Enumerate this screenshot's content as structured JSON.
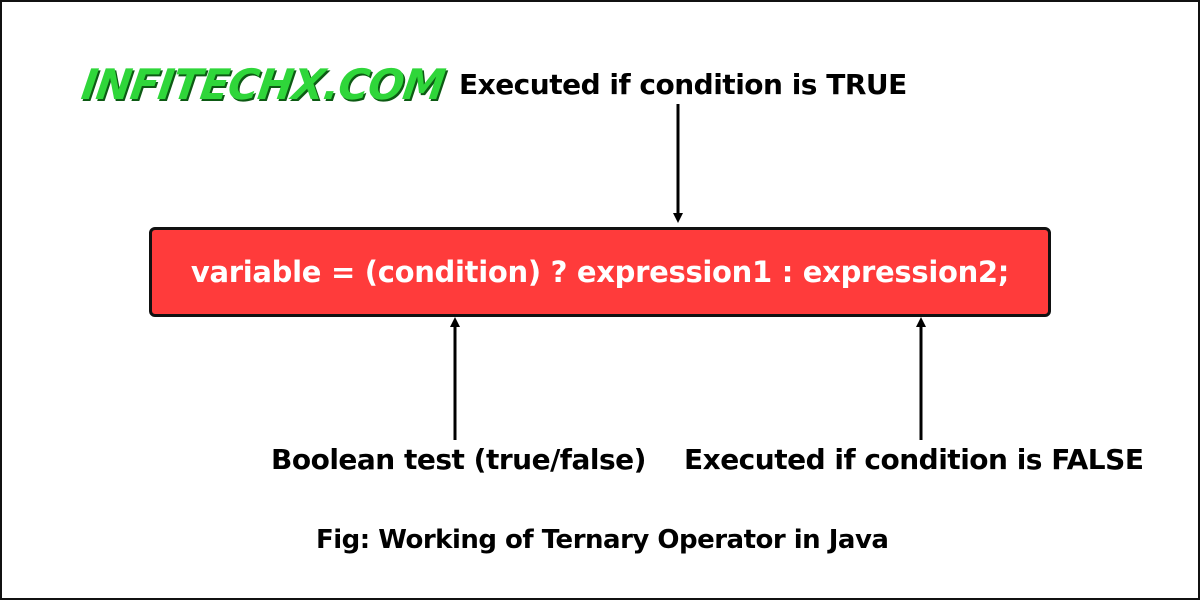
{
  "logo": {
    "text": "INFITECHX.COM",
    "color": "#2fd63a"
  },
  "diagram": {
    "expression": "variable = (condition) ? expression1 : expression2;",
    "box_color": "#ff3b3b",
    "labels": {
      "true_branch": "Executed if condition is TRUE",
      "condition": "Boolean test (true/false)",
      "false_branch": "Executed if condition is FALSE"
    },
    "caption": "Fig: Working of Ternary Operator in Java"
  }
}
